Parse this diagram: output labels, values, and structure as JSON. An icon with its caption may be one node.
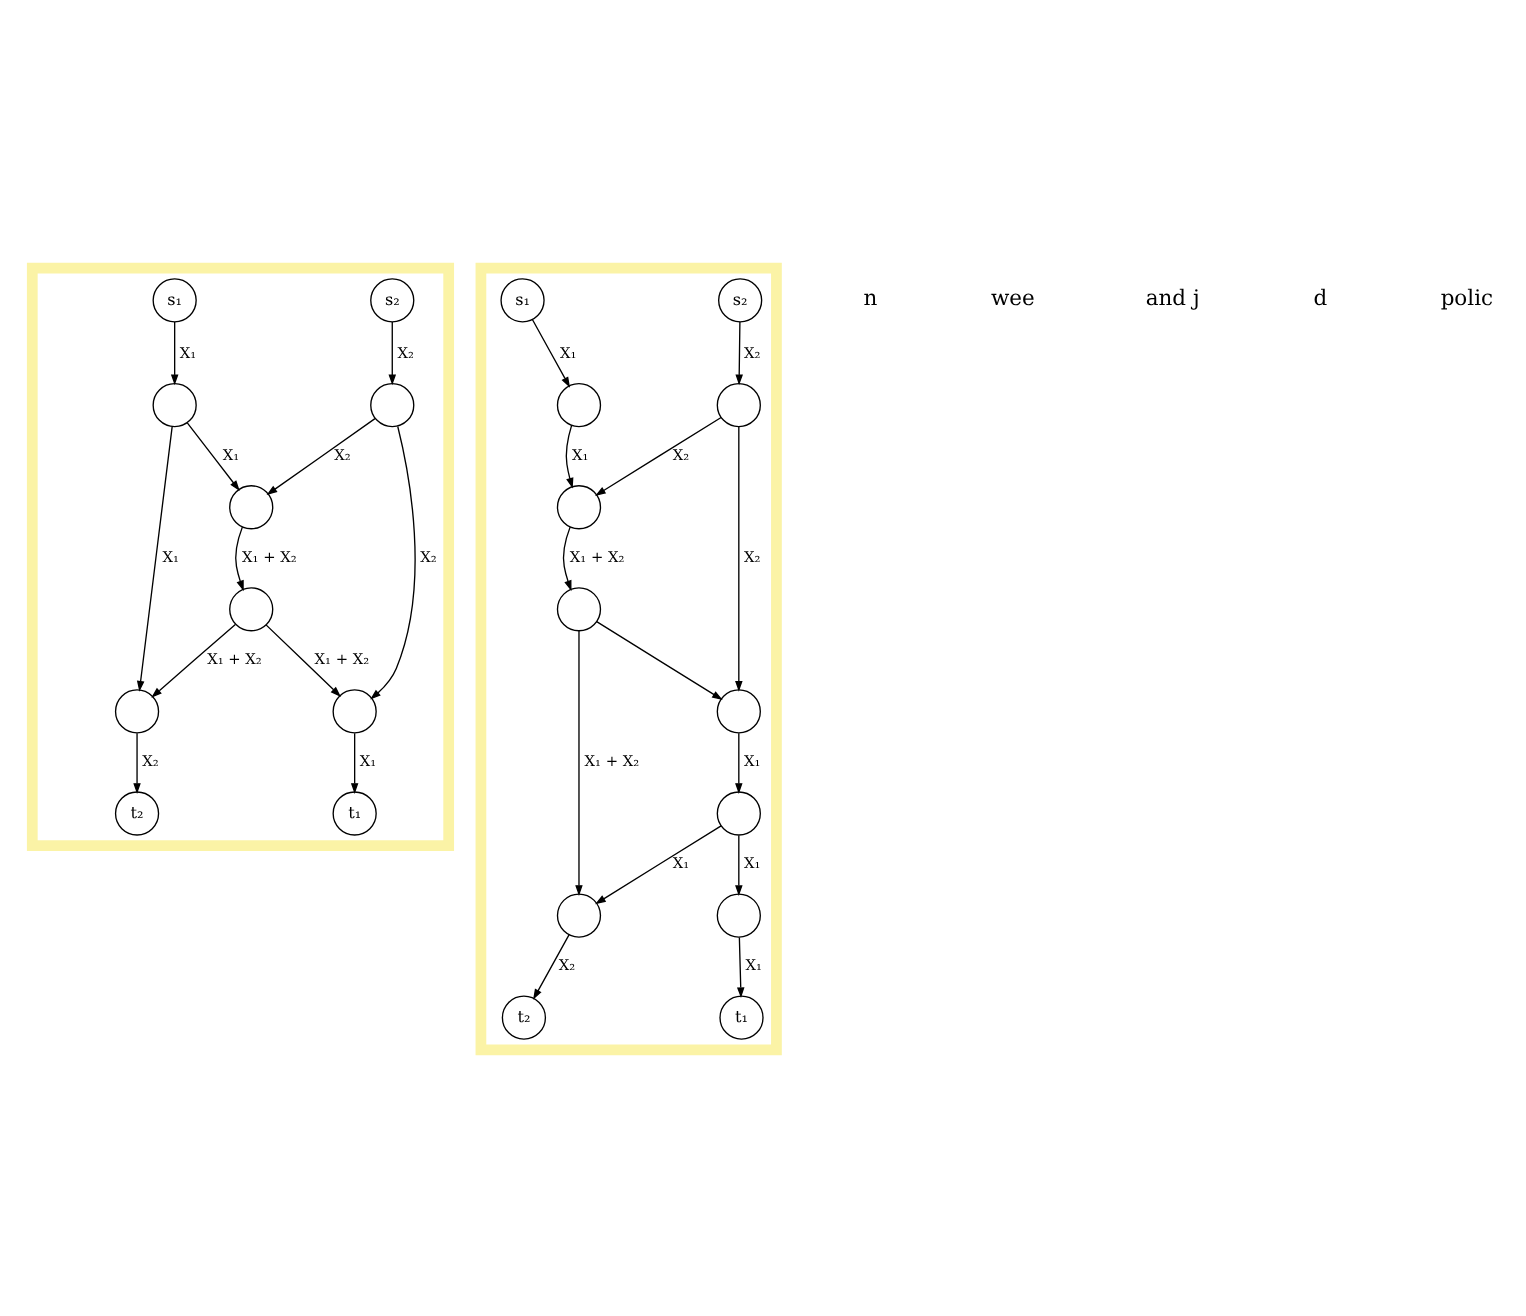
{
  "diagram": {
    "nodes": [
      {
        "text": [],
        "shape": "box"
      },
      {
        "text": [
          "s₁"
        ],
        "in": 0
      },
      {
        "text": [
          "s₂"
        ],
        "in": 0
      },
      {
        "text": [],
        "shape": "circle",
        "in": 0
      },
      {
        "text": [],
        "shape": "circle",
        "in": 0
      },
      {
        "text": [],
        "shape": "circle",
        "in": 0
      },
      {
        "text": [],
        "shape": "circle",
        "in": 0
      },
      {
        "text": [],
        "shape": "circle",
        "in": 0
      },
      {
        "text": [],
        "shape": "circle",
        "in": 0
      },
      {
        "text": [
          "t₂"
        ],
        "in": 0
      },
      {
        "text": [
          "t₁"
        ],
        "in": 0
      },
      {
        "text": [],
        "shape": "box"
      },
      {
        "text": [
          "s₁"
        ],
        "in": 11
      },
      {
        "text": [
          "s₂"
        ],
        "in": 11
      },
      {
        "text": [],
        "shape": "circle",
        "in": 11
      },
      {
        "text": [],
        "shape": "circle",
        "in": 11
      },
      {
        "text": [],
        "shape": "circle",
        "in": 11
      },
      {
        "text": [],
        "shape": "circle",
        "in": 11
      },
      {
        "text": [],
        "shape": "circle",
        "in": 11
      },
      {
        "text": [],
        "shape": "circle",
        "in": 11
      },
      {
        "text": [],
        "shape": "circle",
        "in": 11
      },
      {
        "text": [],
        "shape": "circle",
        "in": 11
      },
      {
        "text": [
          "t₂"
        ],
        "in": 11
      },
      {
        "text": [
          "t₁"
        ],
        "in": 11
      }
    ],
    "edges": [
      {
        "from": 1,
        "to": 3,
        "arrow": "to",
        "label": "X₁"
      },
      {
        "from": 2,
        "to": 4,
        "arrow": "to",
        "label": "X₂"
      },
      {
        "from": 3,
        "to": 5,
        "arrow": "to",
        "label": "X₁"
      },
      {
        "from": 4,
        "to": 5,
        "arrow": "to",
        "label": "X₂"
      },
      {
        "from": 5,
        "to": 6,
        "arrow": "to",
        "label": "X₁ + X₂"
      },
      {
        "from": 3,
        "to": 7,
        "arrow": "to",
        "label": "X₁"
      },
      {
        "from": 4,
        "to": 8,
        "arrow": "to",
        "label": "X₂"
      },
      {
        "from": 6,
        "to": 7,
        "arrow": "to",
        "label": "X₁ + X₂"
      },
      {
        "from": 6,
        "to": 8,
        "arrow": "to",
        "label": "X₁ + X₂"
      },
      {
        "from": 7,
        "to": 9,
        "arrow": "to",
        "label": "X₂"
      },
      {
        "from": 8,
        "to": 10,
        "arrow": "to",
        "label": "X₁"
      },
      {
        "from": 12,
        "to": 14,
        "arrow": "to",
        "label": "X₁"
      },
      {
        "from": 13,
        "to": 15,
        "arrow": "to",
        "label": "X₂"
      },
      {
        "from": 14,
        "to": 16,
        "arrow": "to",
        "label": "X₁"
      },
      {
        "from": 15,
        "to": 16,
        "arrow": "to",
        "label": "X₂"
      },
      {
        "from": 16,
        "to": 17,
        "arrow": "to",
        "label": "X₁ + X₂"
      },
      {
        "from": 15,
        "to": 18,
        "arrow": "to",
        "label": "X₂"
      },
      {
        "from": 17,
        "to": 18,
        "arrow": "to"
      },
      {
        "from": 18,
        "to": 19,
        "arrow": "to",
        "label": "X₁"
      },
      {
        "from": 17,
        "to": 20,
        "arrow": "to",
        "label": "X₁ + X₂"
      },
      {
        "from": 19,
        "to": 20,
        "arrow": "to",
        "label": "X₁"
      },
      {
        "from": 19,
        "to": 21,
        "arrow": "to",
        "label": "X₁"
      },
      {
        "from": 20,
        "to": 22,
        "arrow": "to",
        "label": "X₂"
      },
      {
        "from": 21,
        "to": 23,
        "arrow": "to",
        "label": "X₁"
      }
    ],
    "labels": [
      "n",
      "wee",
      "and j",
      "d",
      "polic"
    ]
  }
}
